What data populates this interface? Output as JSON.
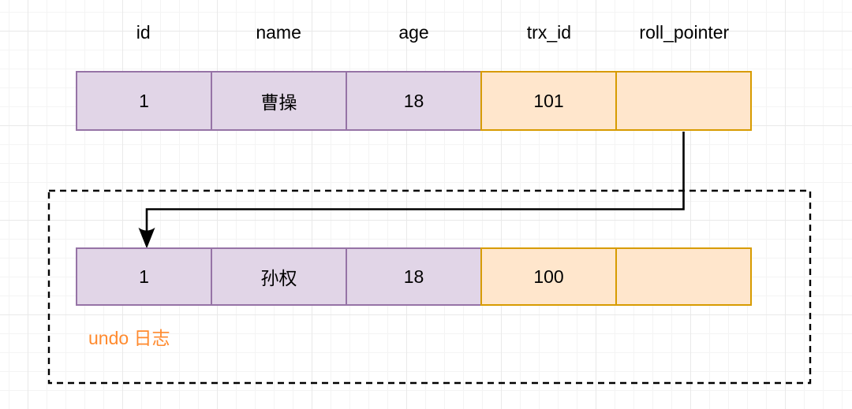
{
  "diagram": {
    "title_semantics": "MVCC record row with roll_pointer into undo log",
    "columns": [
      "id",
      "name",
      "age",
      "trx_id",
      "roll_pointer"
    ],
    "current_row": {
      "cells": [
        "1",
        "曹操",
        "18",
        "101",
        ""
      ]
    },
    "undo_row": {
      "cells": [
        "1",
        "孙权",
        "18",
        "100",
        ""
      ]
    },
    "undo_box_label": "undo 日志",
    "colors": {
      "record_fill": "#e1d5e7",
      "record_stroke": "#9673a6",
      "trx_fill": "#ffe6cc",
      "trx_stroke": "#d79b00",
      "undo_label_text": "#ff8a2e",
      "arrow_and_dash": "#000000",
      "grid_minor": "#f4f4f4",
      "grid_major": "#e9e9e9"
    }
  }
}
